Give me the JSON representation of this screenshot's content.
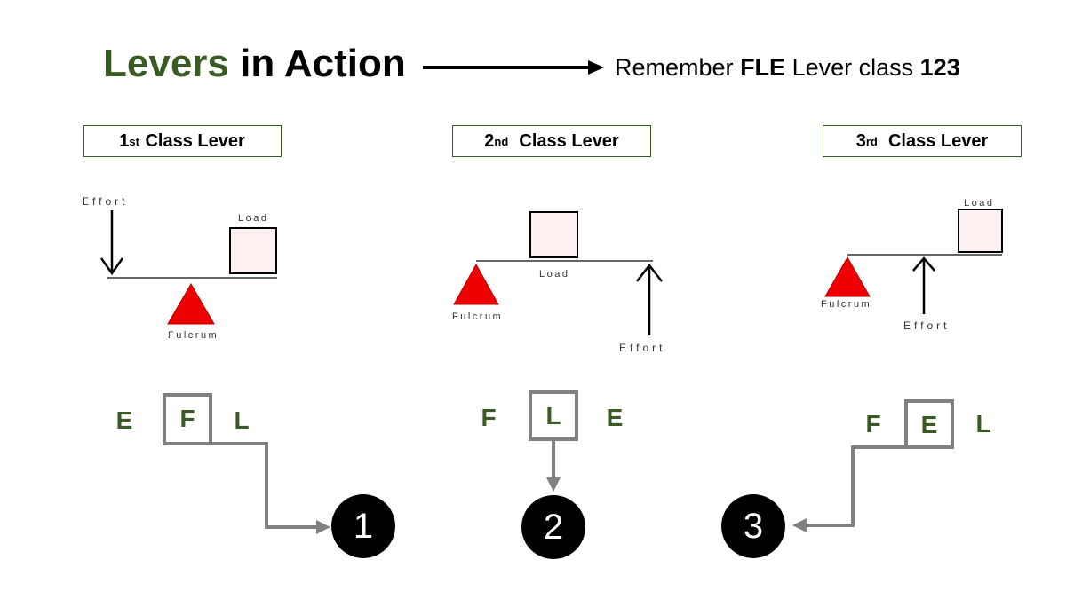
{
  "header": {
    "title_word1": "Levers",
    "title_rest": "in Action",
    "reminder_prefix": "Remember",
    "reminder_bold1": "FLE",
    "reminder_mid": "Lever class",
    "reminder_bold2": "123"
  },
  "levers": [
    {
      "class_num": "1",
      "class_suffix": "st",
      "class_name": "Class Lever",
      "effort_label": "Effort",
      "load_label": "Load",
      "fulcrum_label": "Fulcrum",
      "order": [
        "E",
        "F",
        "L"
      ],
      "result": "1"
    },
    {
      "class_num": "2",
      "class_suffix": "nd",
      "class_name": "Class Lever",
      "effort_label": "Effort",
      "load_label": "Load",
      "fulcrum_label": "Fulcrum",
      "order": [
        "F",
        "L",
        "E"
      ],
      "result": "2"
    },
    {
      "class_num": "3",
      "class_suffix": "rd",
      "class_name": "Class Lever",
      "effort_label": "Effort",
      "load_label": "Load",
      "fulcrum_label": "Fulcrum",
      "order": [
        "F",
        "E",
        "L"
      ],
      "result": "3"
    }
  ],
  "colors": {
    "accent_green": "#3a5a23",
    "fulcrum_red": "#ee0000",
    "load_fill": "#fcf0f0",
    "connector_gray": "#808080"
  }
}
